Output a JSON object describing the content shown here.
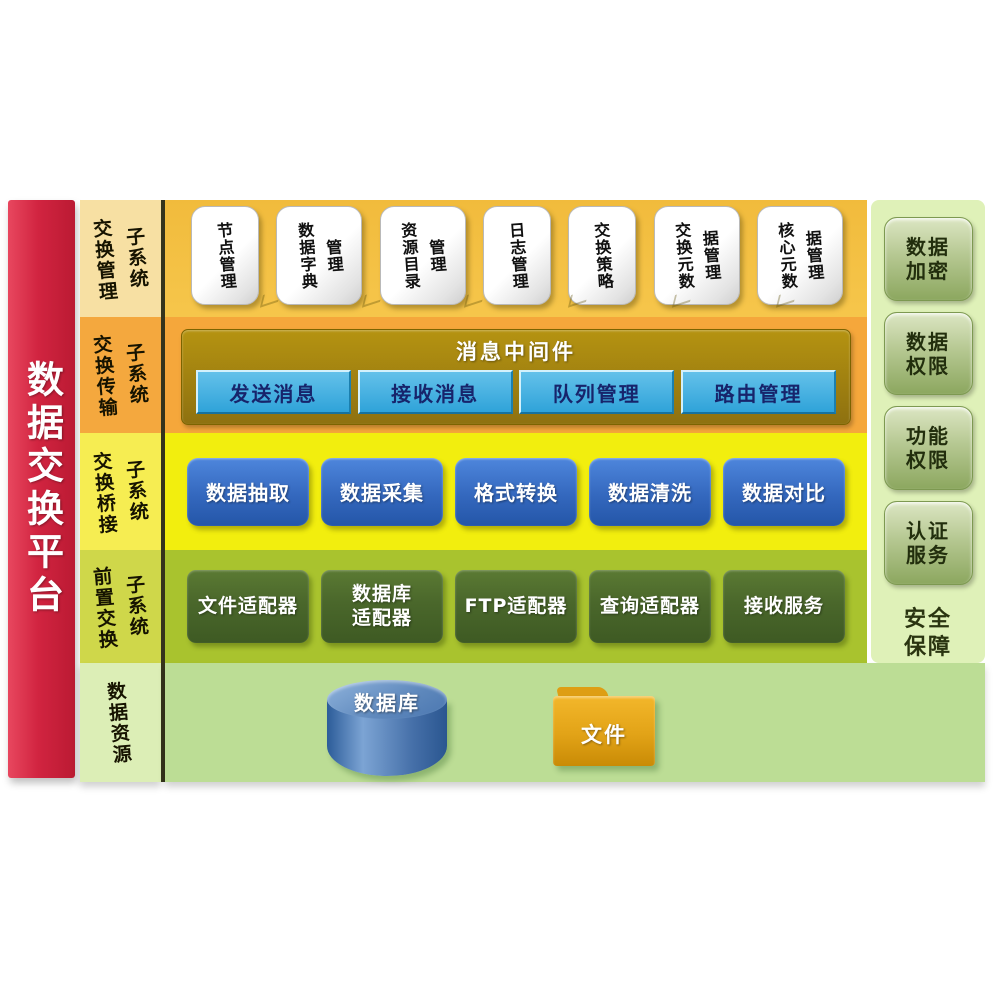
{
  "platform": {
    "title": "数据交换平台"
  },
  "left_rows": [
    {
      "label": "交换管理",
      "sublabel": "子系统"
    },
    {
      "label": "交换传输",
      "sublabel": "子系统"
    },
    {
      "label": "交换桥接",
      "sublabel": "子系统"
    },
    {
      "label": "前置交换",
      "sublabel": "子系统"
    },
    {
      "label": "数据资源",
      "sublabel": ""
    }
  ],
  "band_manage": {
    "cards": [
      {
        "col1": "节点管理",
        "col2": ""
      },
      {
        "col1": "数据字典",
        "col2": "管理"
      },
      {
        "col1": "资源目录",
        "col2": "管理"
      },
      {
        "col1": "日志管理",
        "col2": ""
      },
      {
        "col1": "交换策略",
        "col2": ""
      },
      {
        "col1": "交换元数",
        "col2": "据管理"
      },
      {
        "col1": "核心元数",
        "col2": "据管理"
      }
    ]
  },
  "band_transport": {
    "panel_title": "消息中间件",
    "buttons": [
      {
        "label": "发送消息"
      },
      {
        "label": "接收消息"
      },
      {
        "label": "队列管理"
      },
      {
        "label": "路由管理"
      }
    ]
  },
  "band_bridge": {
    "buttons": [
      {
        "label": "数据抽取"
      },
      {
        "label": "数据采集"
      },
      {
        "label": "格式转换"
      },
      {
        "label": "数据清洗"
      },
      {
        "label": "数据对比"
      }
    ]
  },
  "band_front": {
    "buttons": [
      {
        "line1": "文件适配器",
        "line2": ""
      },
      {
        "line1": "数据库",
        "line2": "适配器"
      },
      {
        "line1": "FTP适配器",
        "line2": ""
      },
      {
        "line1": "查询适配器",
        "line2": ""
      },
      {
        "line1": "接收服务",
        "line2": ""
      }
    ]
  },
  "band_resource": {
    "database_label": "数据库",
    "file_label": "文件"
  },
  "security": {
    "title_line1": "安全",
    "title_line2": "保障",
    "buttons": [
      {
        "line1": "数据",
        "line2": "加密"
      },
      {
        "line1": "数据",
        "line2": "权限"
      },
      {
        "line1": "功能",
        "line2": "权限"
      },
      {
        "line1": "认证",
        "line2": "服务"
      }
    ]
  },
  "colors": {
    "red_bar": "#D12440",
    "band_manage": "#F4C044",
    "band_transport": "#F5A73B",
    "band_bridge": "#F2EE0E",
    "band_front": "#A9C32E",
    "band_resource": "#BCDD95",
    "security_panel": "#DFF1B8",
    "middleware_panel": "#A8890D",
    "cyan_button": "#3FAEDF",
    "blue_button": "#3A74C9",
    "dark_green_button": "#4A672B",
    "security_button": "#B6C892",
    "database_cylinder": "#456FA8",
    "file_folder": "#E2A317"
  }
}
